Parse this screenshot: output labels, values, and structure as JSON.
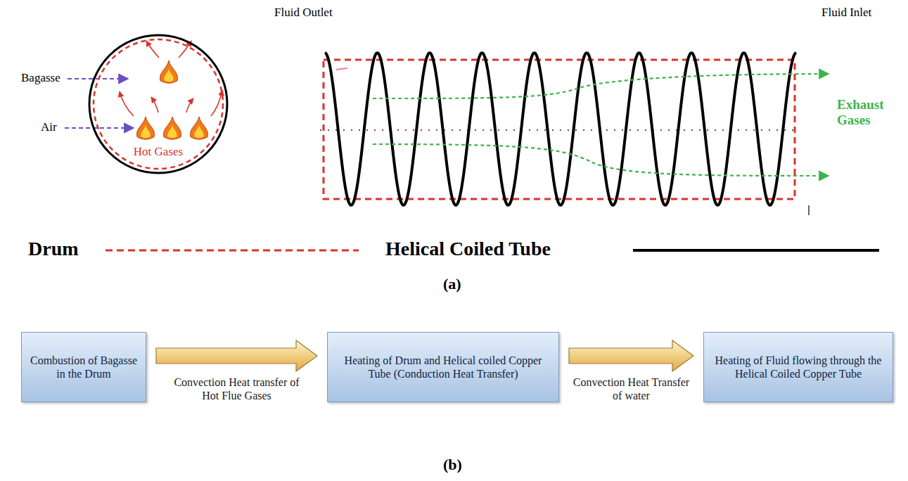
{
  "diagram": {
    "nodes": [
      {
        "text": [
          "Hot Gases"
        ]
      },
      {
        "text": [
          "Combustion of Bagasse in the Drum"
        ]
      },
      {
        "text": [
          "Heating of Drum and Helical coiled Copper Tube (Conduction Heat Transfer)"
        ]
      },
      {
        "text": [
          "Heating of Fluid flowing through the Helical Coiled Copper Tube"
        ]
      }
    ],
    "edges": [
      {
        "from": 1,
        "to": 2,
        "arrow": "to",
        "label": "Convection Heat transfer of Hot Flue Gases"
      },
      {
        "from": 2,
        "to": 3,
        "arrow": "to",
        "label": "Convection Heat Transfer of water"
      }
    ],
    "labels": [
      "Fluid Outlet",
      "Fluid Inlet",
      "Bagasse",
      "Air",
      "Exhaust Gases",
      "(a)",
      "(b)"
    ],
    "legend": [
      {
        "text": "Drum"
      },
      {
        "text": "Helical Coiled Tube"
      }
    ]
  }
}
